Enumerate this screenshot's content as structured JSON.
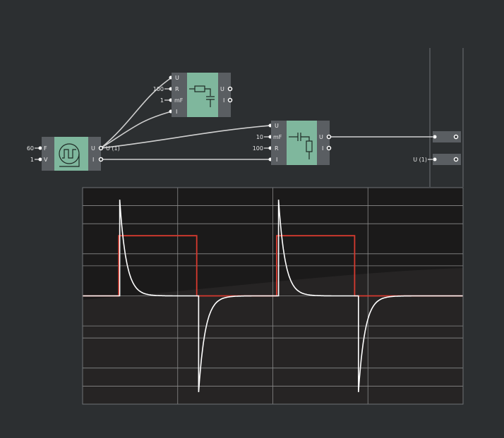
{
  "generator": {
    "inputs": [
      {
        "value": "60",
        "pin": "F"
      },
      {
        "value": "1",
        "pin": "V"
      }
    ],
    "outputs": [
      {
        "pin": "U"
      },
      {
        "pin": "I"
      }
    ],
    "output_tag": "U (1)",
    "icon": "square-wave-icon"
  },
  "rc_filter": {
    "inputs": [
      {
        "value": "",
        "pin": "U"
      },
      {
        "value": "100",
        "pin": "R"
      },
      {
        "value": "1",
        "pin": "mF"
      },
      {
        "value": "",
        "pin": "I"
      }
    ],
    "outputs": [
      {
        "pin": "U"
      },
      {
        "pin": "I"
      }
    ],
    "icon": "resistor-capacitor-icon"
  },
  "cr_filter": {
    "inputs": [
      {
        "value": "",
        "pin": "U"
      },
      {
        "value": "10",
        "pin": "mF"
      },
      {
        "value": "100",
        "pin": "R"
      },
      {
        "value": "",
        "pin": "I"
      }
    ],
    "outputs": [
      {
        "pin": "U"
      },
      {
        "pin": "I"
      }
    ],
    "icon": "capacitor-resistor-icon"
  },
  "scope_inputs": {
    "second_input_tag": "U (1)"
  },
  "oscilloscope": {
    "grid": true,
    "colors": {
      "trace_input": "#d63a2f",
      "trace_output": "#ffffff",
      "background": "#1b1a1a"
    }
  },
  "chart_data": {
    "type": "line",
    "grid": true,
    "x": [
      0,
      0.5,
      1,
      1.5,
      2
    ],
    "xlim": [
      0,
      2
    ],
    "ylim": [
      -1.8,
      1.8
    ],
    "series": [
      {
        "kind": "square",
        "color": "#d63a2f",
        "x": [
          0,
          0.19,
          0.19,
          0.6,
          0.6,
          1.02,
          1.02,
          1.43,
          1.43,
          2
        ],
        "y": [
          0,
          0,
          1,
          1,
          0,
          0,
          1,
          1,
          0,
          0
        ]
      },
      {
        "kind": "spikes",
        "color": "#ffffff",
        "edges": [
          0.195,
          0.61,
          1.03,
          1.45
        ],
        "amplitudes": [
          1.6,
          -1.6,
          1.6,
          -1.6
        ],
        "decay": 0.035,
        "baseline": 0
      }
    ]
  }
}
